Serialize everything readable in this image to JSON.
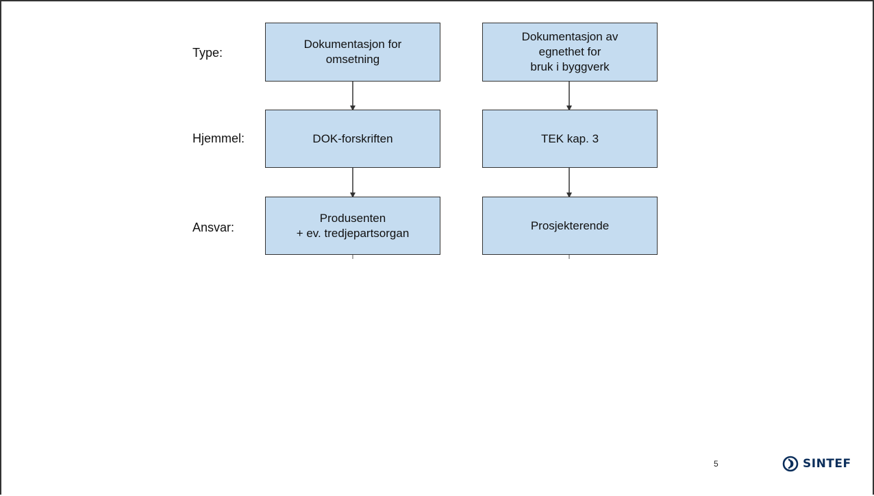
{
  "labels": {
    "type": "Type:",
    "hjemmel": "Hjemmel:",
    "ansvar": "Ansvar:"
  },
  "left_column": {
    "type": "Dokumentasjon for\nomsetning",
    "hjemmel": "DOK-forskriften",
    "ansvar": "Produsenten\n+ ev. tredjepartsorgan"
  },
  "right_column": {
    "type": "Dokumentasjon av\negnethet for\nbruk i byggverk",
    "hjemmel": "TEK kap. 3",
    "ansvar": "Prosjekterende"
  },
  "footer": {
    "page_number": "5",
    "logo_text": "SINTEF"
  },
  "colors": {
    "box_fill": "#c5dcf0",
    "box_border": "#333333",
    "logo": "#0b2e5b"
  }
}
